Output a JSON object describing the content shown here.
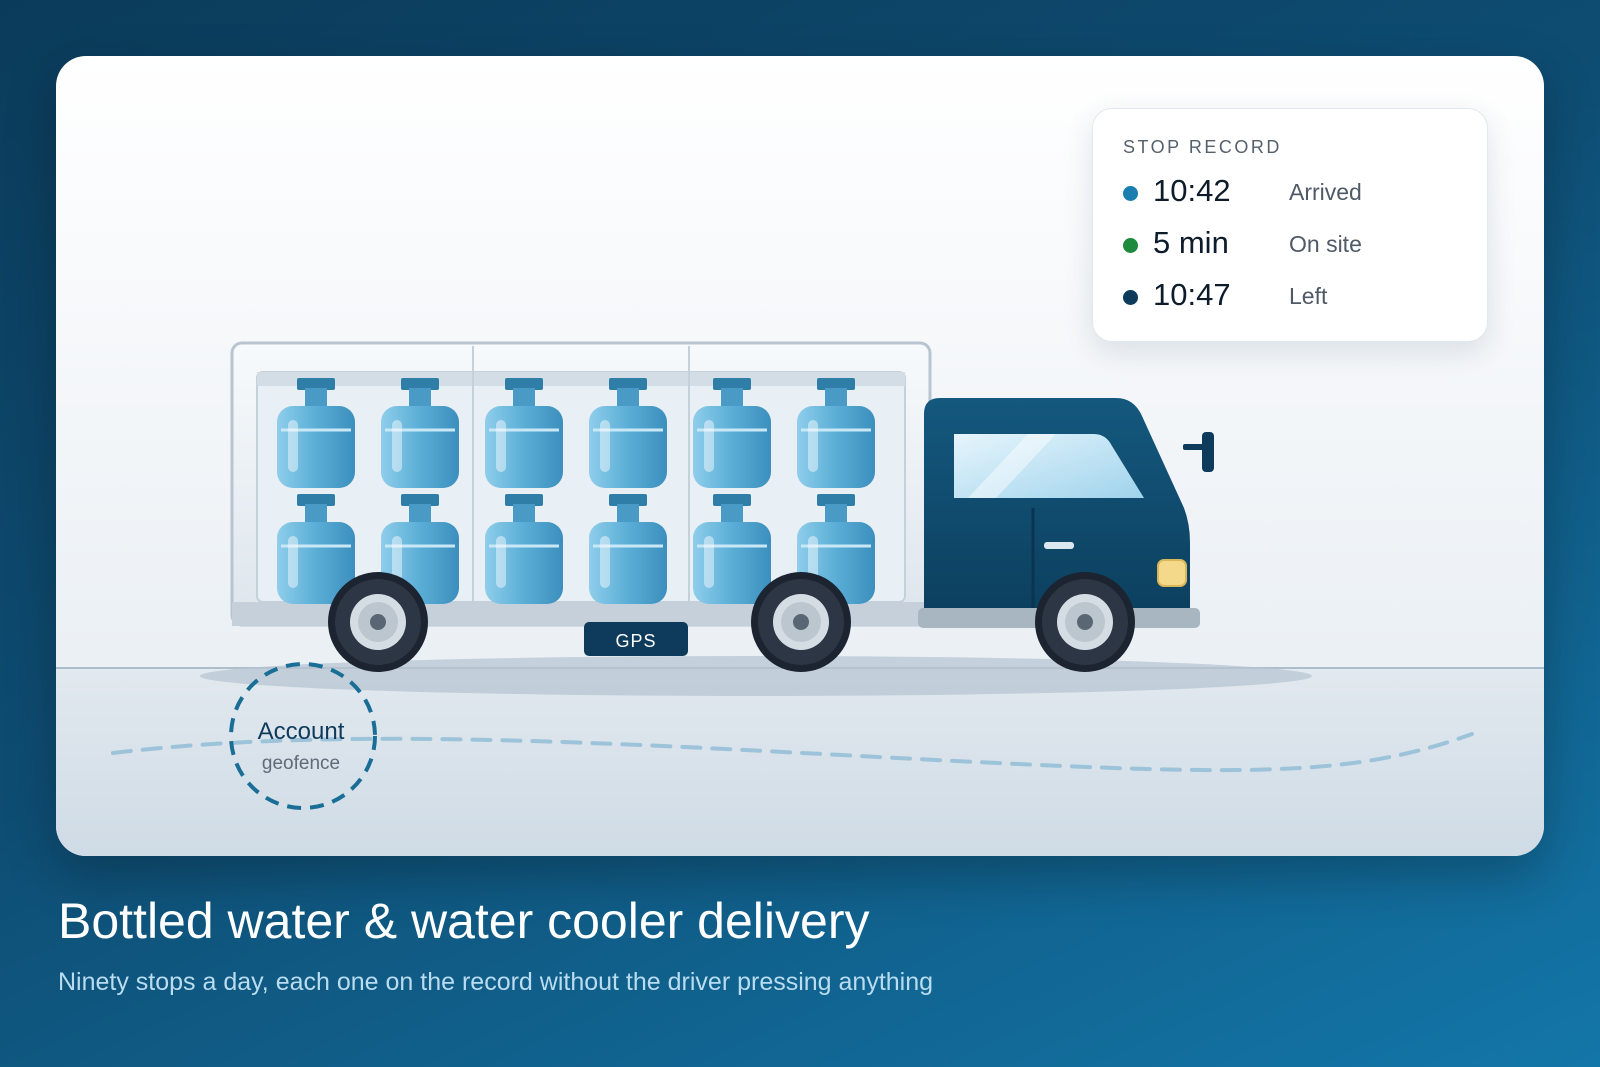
{
  "stop_record": {
    "title": "STOP RECORD",
    "rows": [
      {
        "value": "10:42",
        "label": "Arrived",
        "dot_color": "#1a7fb0"
      },
      {
        "value": "5 min",
        "label": "On site",
        "dot_color": "#1e8a3e"
      },
      {
        "value": "10:47",
        "label": "Left",
        "dot_color": "#0e3b5c"
      }
    ]
  },
  "truck": {
    "tag": "GPS",
    "bottle_rows": 2,
    "bottle_columns": 6,
    "cab_color": "#0e4a6c"
  },
  "geofence": {
    "title": "Account",
    "subtitle": "geofence",
    "color": "#1a6e96"
  },
  "caption": {
    "headline": "Bottled water & water cooler delivery",
    "subheadline": "Ninety stops a day, each one on the record without the driver pressing anything"
  },
  "colors": {
    "background_dark": "#0b3b5a",
    "background_light": "#1376a8",
    "bottle": "#5aaed6",
    "route_dash": "#9cc3d9"
  }
}
